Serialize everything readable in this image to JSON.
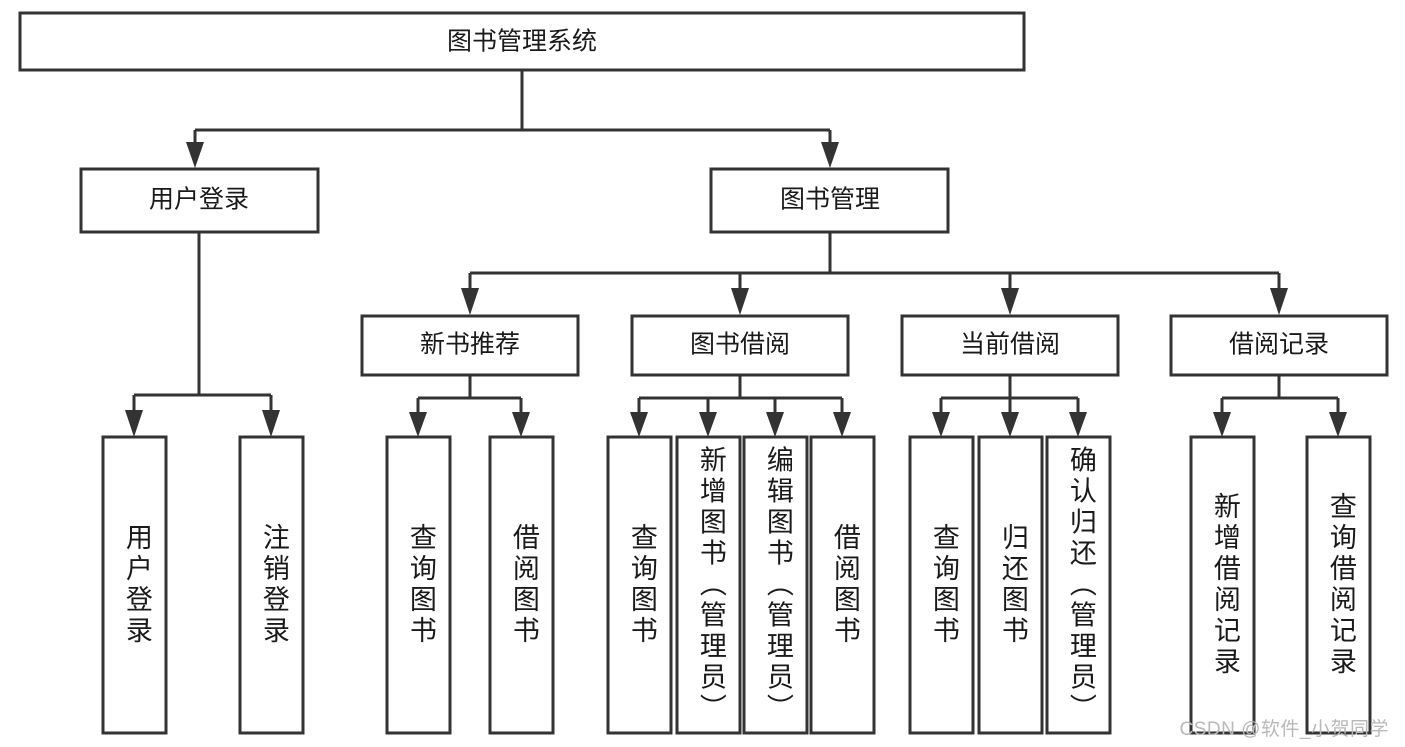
{
  "diagram": {
    "type": "tree-hierarchy-chart",
    "title": "图书管理系统",
    "watermark": "CSDN @软件_小贺同学",
    "colors": {
      "stroke": "#333333",
      "fill": "#ffffff",
      "text": "#1a1a1a",
      "watermark": "#b9b9b9",
      "background": "#ffffff"
    },
    "levels": {
      "root": {
        "label": "图书管理系统"
      },
      "level2": [
        {
          "label": "用户登录"
        },
        {
          "label": "图书管理"
        }
      ],
      "level3": [
        {
          "label": "新书推荐"
        },
        {
          "label": "图书借阅"
        },
        {
          "label": "当前借阅"
        },
        {
          "label": "借阅记录"
        }
      ],
      "leaves": {
        "user_login": [
          {
            "label": "用户登录"
          },
          {
            "label": "注销登录"
          }
        ],
        "new_book_recommend": [
          {
            "label": "查询图书"
          },
          {
            "label": "借阅图书"
          }
        ],
        "book_borrow": [
          {
            "label": "查询图书"
          },
          {
            "label": "新增图书（管理员）"
          },
          {
            "label": "编辑图书（管理员）"
          },
          {
            "label": "借阅图书"
          }
        ],
        "current_borrow": [
          {
            "label": "查询图书"
          },
          {
            "label": "归还图书"
          },
          {
            "label": "确认归还（管理员）"
          }
        ],
        "borrow_record": [
          {
            "label": "新增借阅记录"
          },
          {
            "label": "查询借阅记录"
          }
        ]
      }
    }
  }
}
